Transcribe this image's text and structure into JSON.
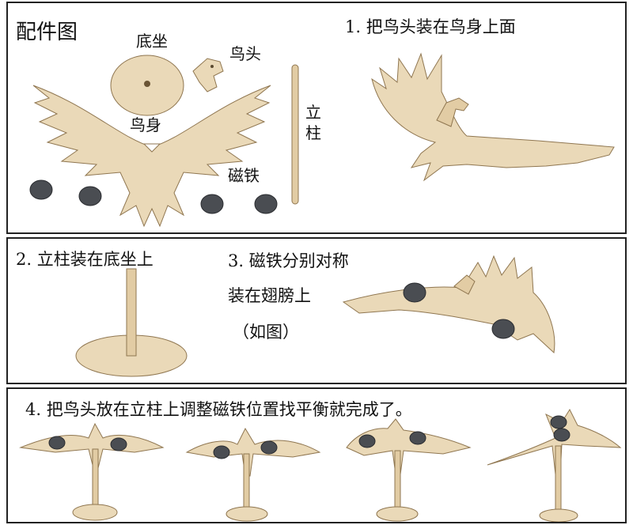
{
  "panel1": {
    "title": "配件图",
    "base": "底坐",
    "head": "鸟头",
    "body": "鸟身",
    "pillar_1": "立",
    "pillar_2": "柱",
    "magnet": "磁铁",
    "step1": "1. 把鸟头装在鸟身上面"
  },
  "panel2": {
    "step2": "2. 立柱装在底坐上",
    "step3_line1": "3. 磁铁分别对称",
    "step3_line2": "装在翅膀上",
    "step3_line3": "（如图）"
  },
  "panel3": {
    "step4": "4. 把鸟头放在立柱上调整磁铁位置找平衡就完成了。"
  },
  "colors": {
    "border": "#222222",
    "wood": "#ead9b8",
    "magnet": "#4a4d52"
  }
}
